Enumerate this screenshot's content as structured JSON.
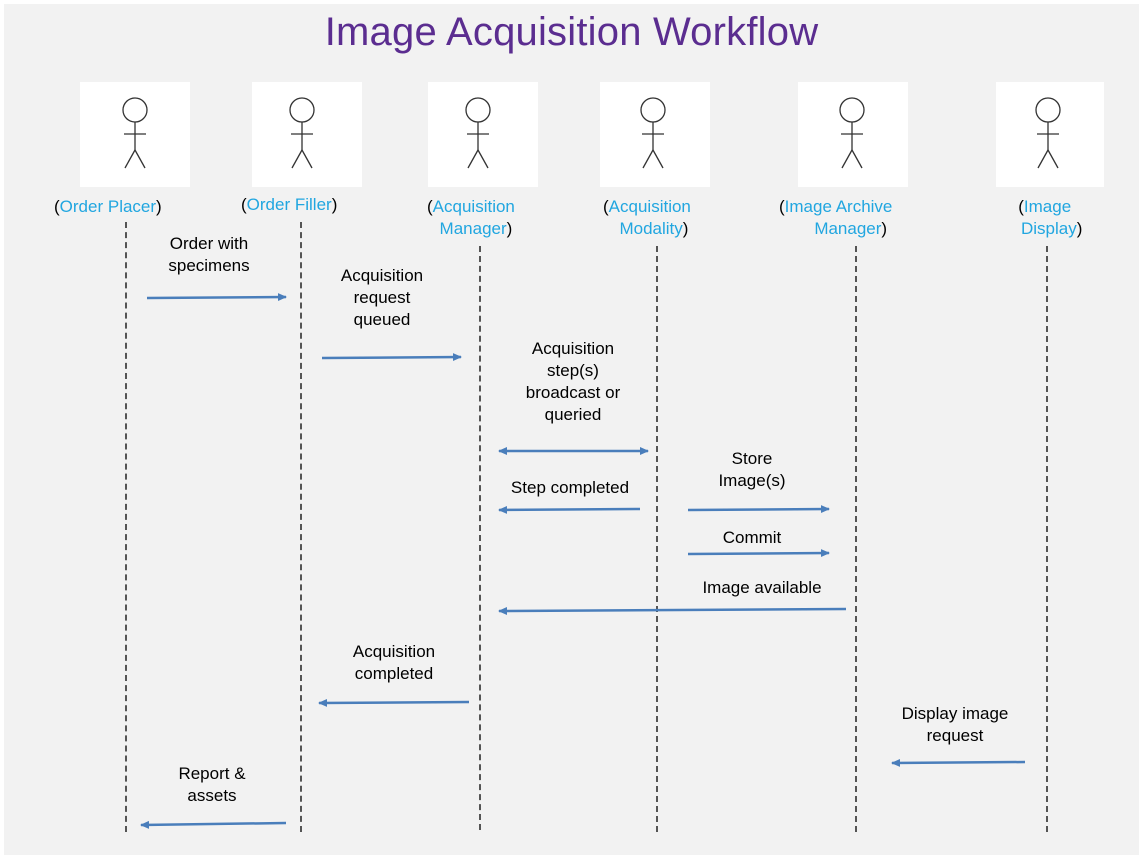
{
  "title": "Image Acquisition Workflow",
  "actors": [
    {
      "line1": "Order Placer",
      "line2": ""
    },
    {
      "line1": "Order Filler",
      "line2": ""
    },
    {
      "line1": "Acquisition",
      "line2": "Manager"
    },
    {
      "line1": "Acquisition",
      "line2": "Modality"
    },
    {
      "line1": "Image Archive",
      "line2": "Manager"
    },
    {
      "line1": "Image",
      "line2": "Display"
    }
  ],
  "messages": [
    {
      "lines": [
        "Order with",
        "specimens"
      ]
    },
    {
      "lines": [
        "Acquisition",
        "request",
        "queued"
      ]
    },
    {
      "lines": [
        "Acquisition",
        "step(s)",
        "broadcast or",
        "queried"
      ]
    },
    {
      "lines": [
        "Step completed"
      ]
    },
    {
      "lines": [
        "Store",
        "Image(s)"
      ]
    },
    {
      "lines": [
        "Commit"
      ]
    },
    {
      "lines": [
        "Image available"
      ]
    },
    {
      "lines": [
        "Acquisition",
        "completed"
      ]
    },
    {
      "lines": [
        "Display image",
        "request"
      ]
    },
    {
      "lines": [
        "Report &",
        "assets"
      ]
    }
  ],
  "colors": {
    "title": "#5b2d90",
    "actor_name": "#21a6e0",
    "arrow": "#4a7ebb",
    "lifeline": "#555555",
    "background": "#f2f2f2"
  }
}
